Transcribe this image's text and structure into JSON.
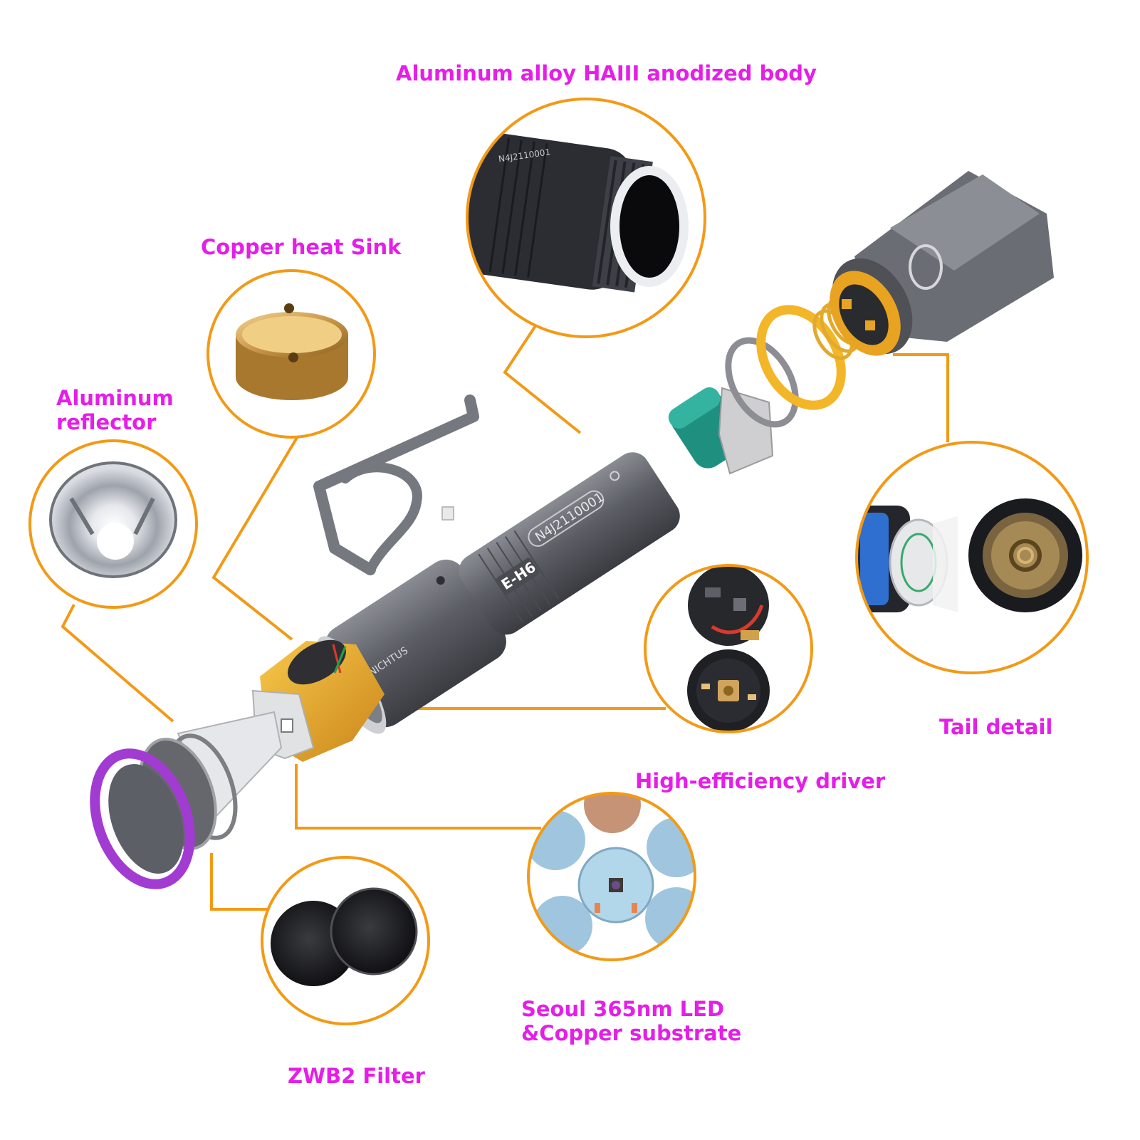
{
  "labels": {
    "body": "Aluminum alloy HAIII anodized body",
    "copper": "Copper heat Sink",
    "reflector": "Aluminum\nreflector",
    "tail": "Tail detail",
    "driver": "High-efficiency driver",
    "led": "Seoul 365nm LED\n&Copper substrate",
    "filter": "ZWB2 Filter"
  },
  "engravings": {
    "model": "E-H6",
    "serial": "N4J2110001",
    "tube_serial": "N4J2110001",
    "brand": "NICHTUS"
  },
  "colors": {
    "label": "#e51ee8",
    "callout": "#f29a16",
    "body": "#5f6168",
    "head_ring": "#e8a320",
    "bezel": "#a13bd1",
    "copper": "#c9974a",
    "battery_wrap": "#1f8f80",
    "pcb": "#9fc6de"
  },
  "icons": [
    "flashlight-body",
    "pocket-clip",
    "heat-sink-puck",
    "reflector-cup",
    "driver-board",
    "led-star-board",
    "filter-disc",
    "tail-cap"
  ]
}
